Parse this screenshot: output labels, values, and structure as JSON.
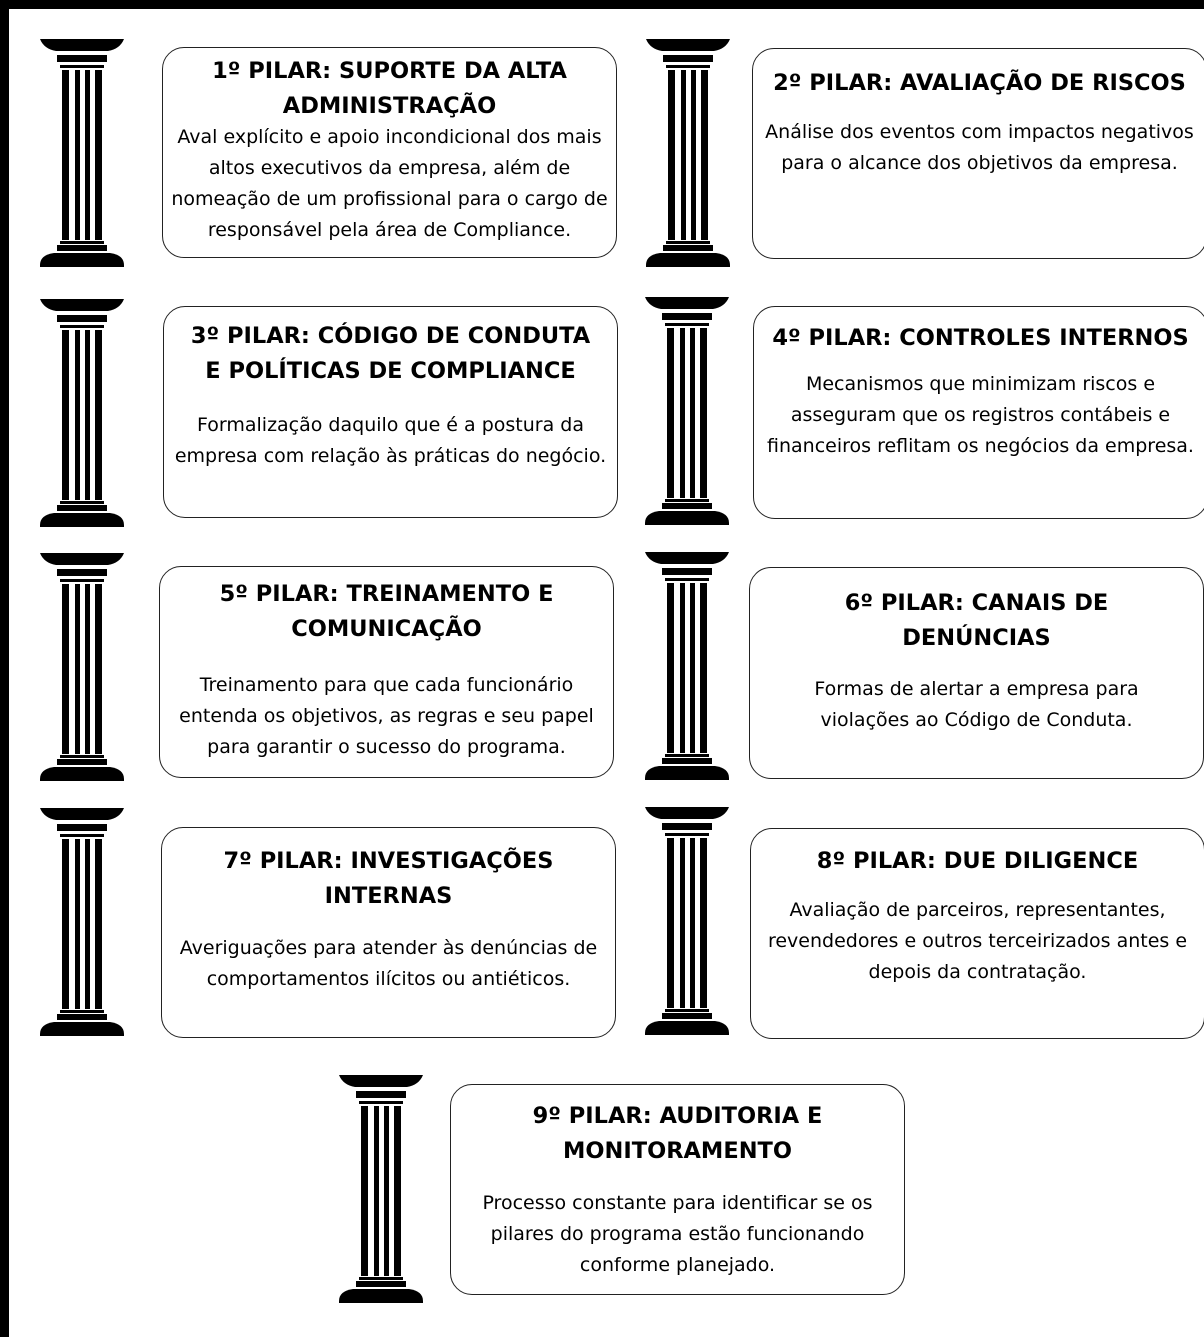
{
  "pillars": [
    {
      "title": "1º PILAR: SUPORTE DA ALTA ADMINISTRAÇÃO",
      "body": "Aval explícito e apoio incondicional dos mais altos executivos da empresa, além de nomeação de um profissional para o cargo de responsável pela área de Compliance."
    },
    {
      "title": "2º PILAR: AVALIAÇÃO DE RISCOS",
      "body": "Análise dos eventos com impactos negativos para o alcance dos objetivos da empresa."
    },
    {
      "title": "3º PILAR: CÓDIGO DE CONDUTA E POLÍTICAS DE COMPLIANCE",
      "body": "Formalização daquilo que é a postura da empresa com relação às práticas do negócio."
    },
    {
      "title": "4º PILAR: CONTROLES INTERNOS",
      "body": "Mecanismos que minimizam riscos e asseguram que os registros contábeis e financeiros reflitam os negócios da empresa."
    },
    {
      "title": "5º PILAR: TREINAMENTO E COMUNICAÇÃO",
      "body": "Treinamento para que cada funcionário entenda os objetivos, as regras e seu papel para garantir o sucesso do programa."
    },
    {
      "title": "6º PILAR: CANAIS DE DENÚNCIAS",
      "body": "Formas de alertar a empresa para violações ao Código de Conduta."
    },
    {
      "title": "7º PILAR: INVESTIGAÇÕES INTERNAS",
      "body": "Averiguações para atender às denúncias de comportamentos ilícitos ou antiéticos."
    },
    {
      "title": "8º PILAR: DUE DILIGENCE",
      "body": "Avaliação de parceiros, representantes, revendedores e outros terceirizados antes e depois da contratação."
    },
    {
      "title": "9º PILAR: AUDITORIA E MONITORAMENTO",
      "body": "Processo constante para identificar se os pilares do programa estão funcionando conforme planejado."
    }
  ]
}
